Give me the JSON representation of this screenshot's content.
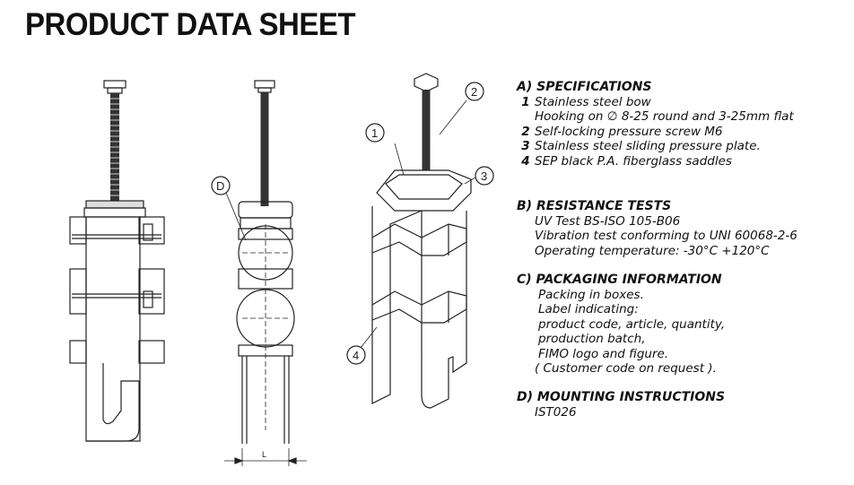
{
  "title": "PRODUCT DATA SHEET",
  "callouts": {
    "c1": "1",
    "c2": "2",
    "c3": "3",
    "c4": "4",
    "d": "D",
    "dim_l": "L"
  },
  "sections": {
    "a": {
      "heading": "A) SPECIFICATIONS",
      "items": [
        {
          "num": "1",
          "text": "Stainless steel bow"
        },
        {
          "num": "",
          "text": "Hooking on ∅ 8-25 round and 3-25mm flat"
        },
        {
          "num": "2",
          "text": "Self-locking  pressure screw M6"
        },
        {
          "num": "3",
          "text": "Stainless steel sliding pressure plate."
        },
        {
          "num": "4",
          "text": "SEP black P.A. fiberglass  saddles"
        }
      ]
    },
    "b": {
      "heading": "B) RESISTANCE TESTS",
      "lines": [
        "UV Test BS-ISO 105-B06",
        "Vibration test conforming to UNI 60068-2-6",
        "Operating temperature: -30°C +120°C"
      ]
    },
    "c": {
      "heading": "C) PACKAGING INFORMATION",
      "lines": [
        "Packing in boxes.",
        "Label indicating:",
        "product code, article, quantity,",
        "production batch,",
        "FIMO logo and figure.",
        "( Customer code on request )."
      ]
    },
    "d": {
      "heading": "D) MOUNTING INSTRUCTIONS",
      "lines": [
        "IST026"
      ]
    }
  }
}
